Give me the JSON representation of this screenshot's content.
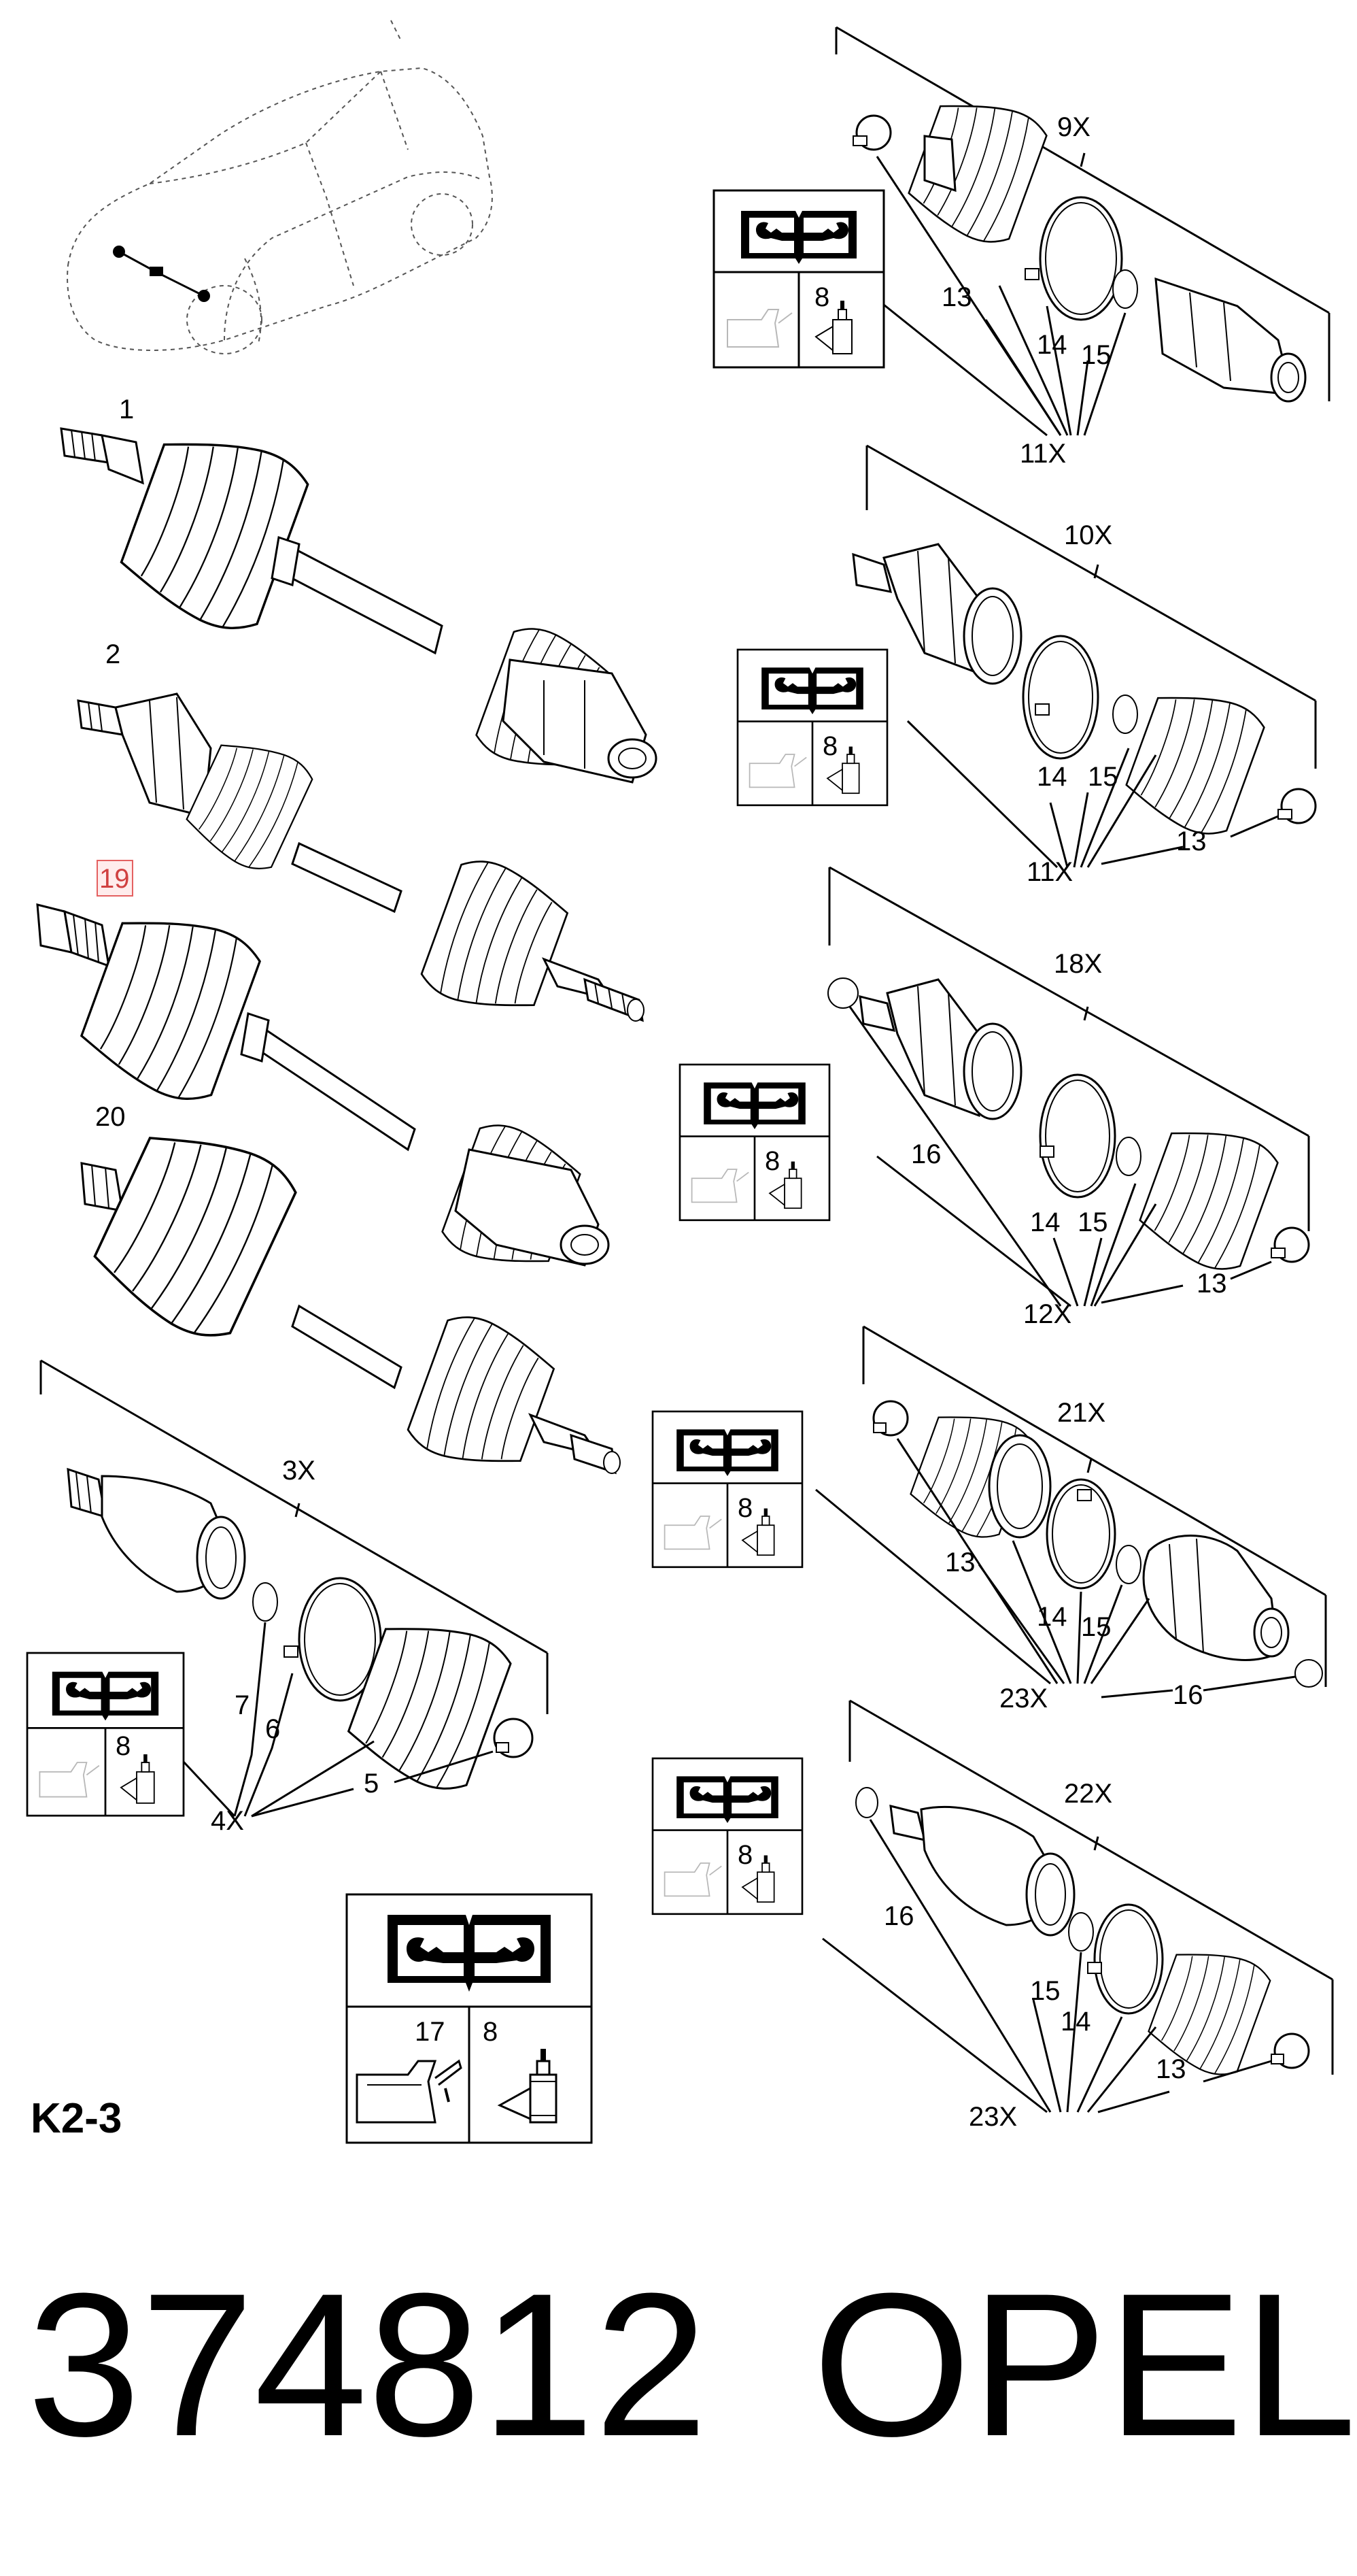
{
  "labels": {
    "l1": "1",
    "l2": "2",
    "l19": "19",
    "l20": "20",
    "l3x": "3X",
    "l4x": "4X",
    "l5": "5",
    "l6": "6",
    "l7": "7",
    "l9x": "9X",
    "l10x": "10X",
    "l11x_a": "11X",
    "l11x_b": "11X",
    "l12x": "12X",
    "l18x": "18X",
    "l21x": "21X",
    "l22x": "22X",
    "l23x_a": "23X",
    "l23x_b": "23X",
    "l13": "13",
    "l14": "14",
    "l15": "15",
    "l16": "16",
    "l8": "8",
    "l17": "17"
  },
  "footer": {
    "diagram_code": "K2-3",
    "part_number": "374812",
    "brand": "OPEL"
  },
  "icons": [
    "car-outline",
    "repair-manual-icon",
    "oil-can-icon",
    "grease-tube-icon",
    "drive-shaft",
    "cv-joint",
    "boot",
    "clamp",
    "circlip"
  ]
}
